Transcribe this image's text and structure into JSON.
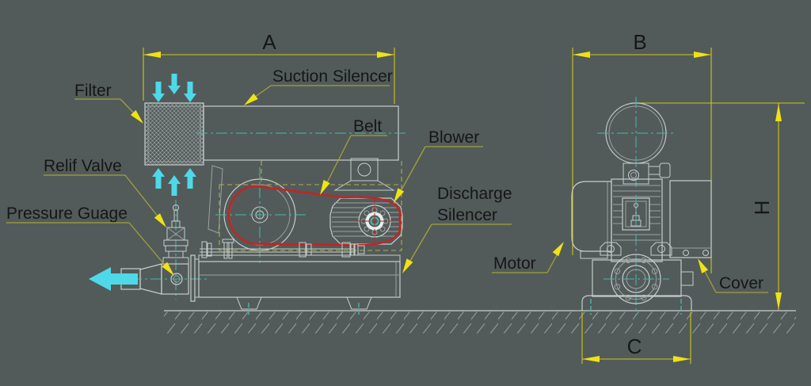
{
  "labels": {
    "filter": "Filter",
    "relief_valve": "Relif Valve",
    "pressure_gauge": "Pressure Guage",
    "suction_silencer": "Suction Silencer",
    "belt": "Belt",
    "blower": "Blower",
    "discharge_silencer_line1": "Discharge",
    "discharge_silencer_line2": "Silencer",
    "motor": "Motor",
    "cover": "Cover"
  },
  "dimensions": {
    "overall_length": "A",
    "overall_width": "B",
    "base_width": "C",
    "overall_height": "H"
  },
  "icons": {
    "intake_flow_arrow": "cyan-arrow",
    "discharge_flow_arrow": "cyan-left-arrow",
    "leader_arrowhead": "yellow-cad-arrowhead"
  },
  "colors": {
    "bg": "#525b5a",
    "line": "#c7cdcc",
    "line_dim": "#9aa3a2",
    "centerline": "#46b8ab",
    "dimension": "#cfc515",
    "arrowhead": "#f0e213",
    "leader": "#a3a039",
    "guard": "#b3ae45",
    "belt_red": "#c12525",
    "flow_cyan": "#4ed9e9",
    "label_text": "#161616",
    "ground_hatch": "#929c9b"
  }
}
